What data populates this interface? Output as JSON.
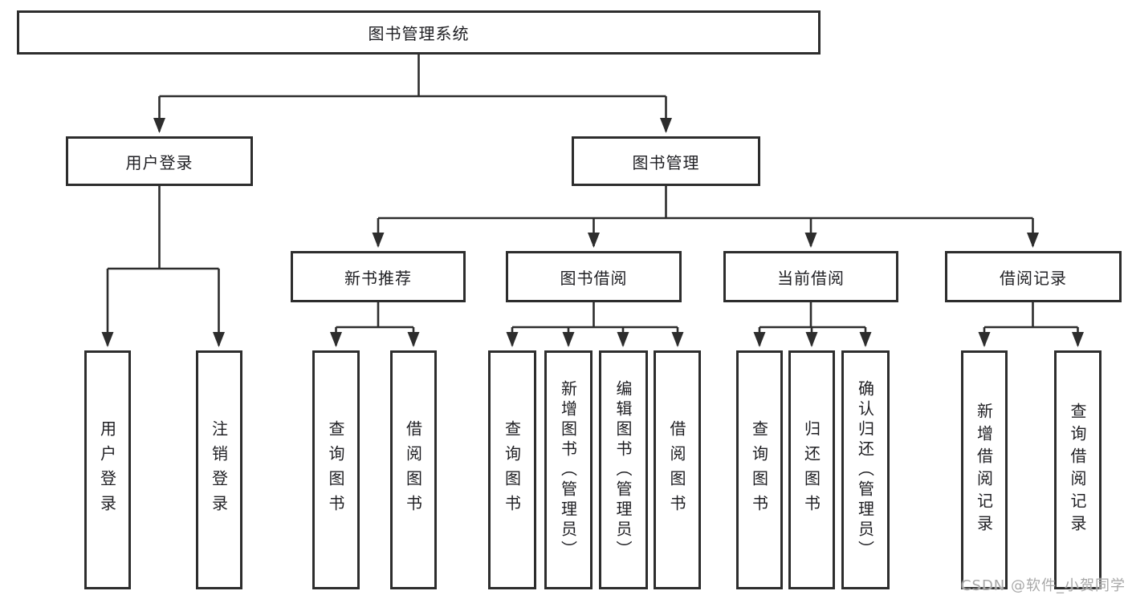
{
  "diagram": {
    "tree": {
      "label": "图书管理系统",
      "children": [
        {
          "label": "用户登录",
          "children": [
            {
              "label": "用户登录"
            },
            {
              "label": "注销登录"
            }
          ]
        },
        {
          "label": "图书管理",
          "children": [
            {
              "label": "新书推荐",
              "children": [
                {
                  "label": "查询图书"
                },
                {
                  "label": "借阅图书"
                }
              ]
            },
            {
              "label": "图书借阅",
              "children": [
                {
                  "label": "查询图书"
                },
                {
                  "label": "新增图书（管理员）"
                },
                {
                  "label": "编辑图书（管理员）"
                },
                {
                  "label": "借阅图书"
                }
              ]
            },
            {
              "label": "当前借阅",
              "children": [
                {
                  "label": "查询图书"
                },
                {
                  "label": "归还图书"
                },
                {
                  "label": "确认归还（管理员）"
                }
              ]
            },
            {
              "label": "借阅记录",
              "children": [
                {
                  "label": "新增借阅记录"
                },
                {
                  "label": "查询借阅记录"
                }
              ]
            }
          ]
        }
      ]
    }
  },
  "watermark": {
    "text": "CSDN @软件_小贺同学"
  },
  "colors": {
    "background": "#ffffff",
    "line": "#2d2d2d",
    "box_border": "#2d2d2d",
    "box_fill": "#ffffff",
    "text": "#1f1f23",
    "watermark": "#a8a8a8"
  }
}
